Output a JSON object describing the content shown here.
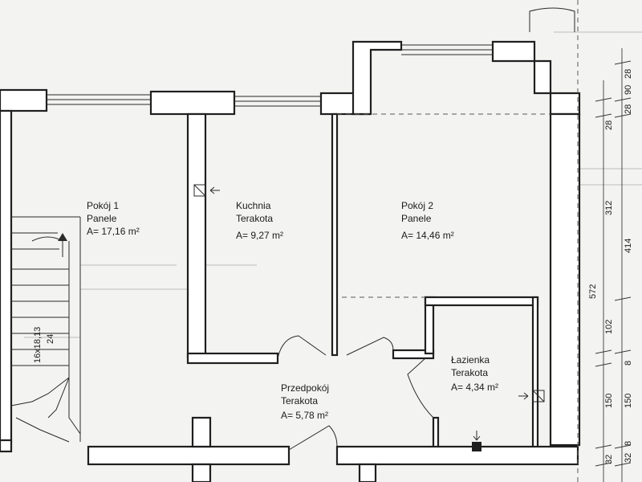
{
  "rooms": [
    {
      "name": "Pokój 1",
      "finish": "Panele",
      "area": "A= 17,16 m²"
    },
    {
      "name": "Kuchnia",
      "finish": "Terakota",
      "area": "A= 9,27 m²"
    },
    {
      "name": "Pokój 2",
      "finish": "Panele",
      "area": "A= 14,46 m²"
    },
    {
      "name": "Łazienka",
      "finish": "Terakota",
      "area": "A= 4,34 m²"
    },
    {
      "name": "Przedpokój",
      "finish": "Terakota",
      "area": "A= 5,78 m²"
    }
  ],
  "stairs": {
    "label": "16x18,13",
    "width": "24"
  },
  "dimensions": {
    "outer": [
      "28",
      "90",
      "28",
      "414",
      "8",
      "150",
      "8",
      "32"
    ],
    "inner": [
      "28",
      "312",
      "102",
      "150",
      "32",
      "572"
    ]
  },
  "colors": {
    "wall_fill": "#ffffff",
    "wall_stroke": "#1f1f1f",
    "paper": "#f3f3f1"
  }
}
